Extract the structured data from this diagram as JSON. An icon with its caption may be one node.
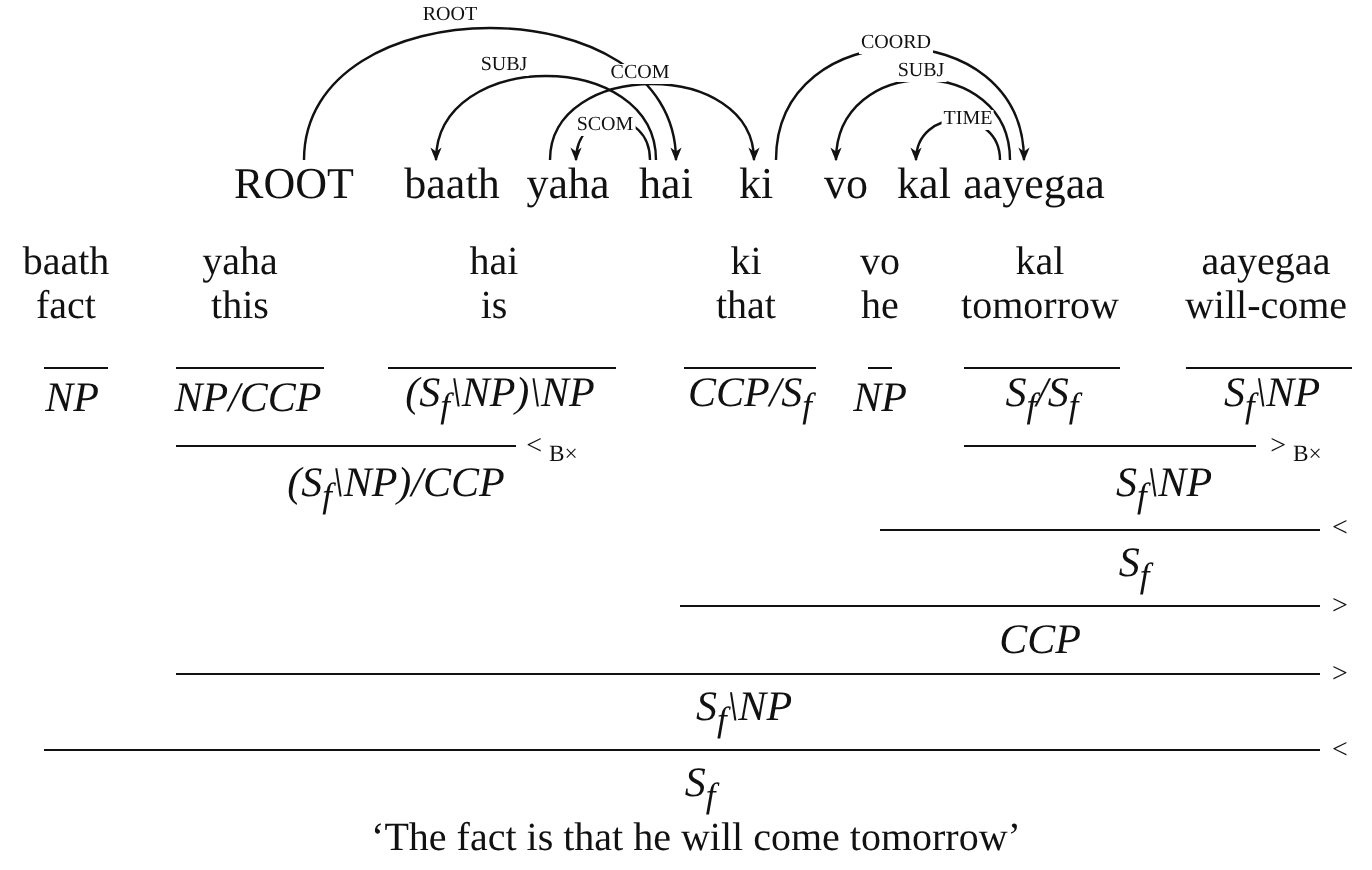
{
  "diagram": {
    "caption": "‘The fact is that he will come tomorrow’",
    "nodes": [
      {
        "text": [
          "ROOT"
        ]
      },
      {
        "text": [
          "baath"
        ]
      },
      {
        "text": [
          "yaha"
        ]
      },
      {
        "text": [
          "hai"
        ]
      },
      {
        "text": [
          "ki"
        ]
      },
      {
        "text": [
          "vo"
        ]
      },
      {
        "text": [
          "kal"
        ]
      },
      {
        "text": [
          "aayegaa"
        ]
      }
    ],
    "edges": [
      {
        "from": 0,
        "to": 3,
        "arrow": "to",
        "label": "ROOT"
      },
      {
        "from": 3,
        "to": 1,
        "arrow": "to",
        "label": "SUBJ"
      },
      {
        "from": 3,
        "to": 2,
        "arrow": "to",
        "label": "SCOM"
      },
      {
        "from": 2,
        "to": 4,
        "arrow": "to",
        "label": "CCOM"
      },
      {
        "from": 4,
        "to": 7,
        "arrow": "to",
        "label": "COORD"
      },
      {
        "from": 7,
        "to": 5,
        "arrow": "to",
        "label": "SUBJ"
      },
      {
        "from": 7,
        "to": 6,
        "arrow": "to",
        "label": "TIME"
      }
    ],
    "labels": [
      "baath",
      "yaha",
      "hai",
      "ki",
      "vo",
      "kal",
      "aayegaa",
      "fact",
      "this",
      "is",
      "that",
      "he",
      "tomorrow",
      "will-come",
      "NP",
      "NP/CCP",
      "(S$_{f}$\\NP)\\NP",
      "CCP/S$_{f}$",
      "NP",
      "S$_{f}$/S$_{f}$",
      "S$_{f}$\\NP",
      "< $_{B×}$",
      "> $_{B×}$",
      "(S$_{f}$\\NP)/CCP",
      "S$_{f}$\\NP",
      "<",
      "S$_{f}$",
      ">",
      "CCP",
      ">",
      "S$_{f}$\\NP",
      "<",
      "S$_{f}$"
    ]
  }
}
